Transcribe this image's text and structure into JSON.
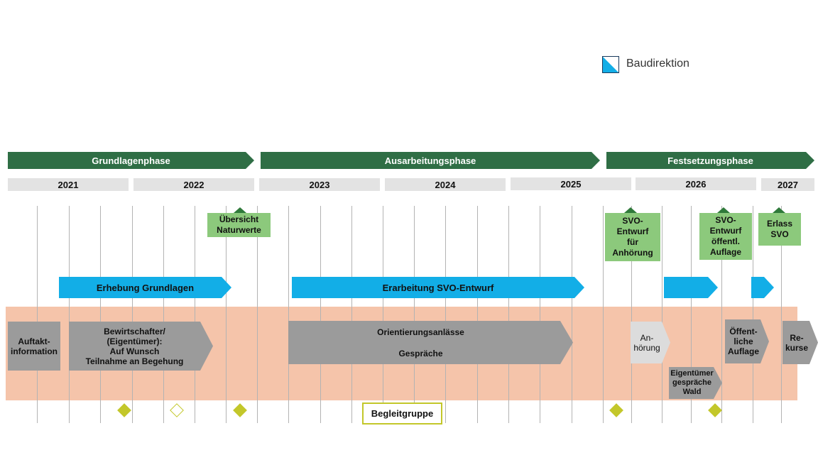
{
  "header": {
    "org_name": "Baudirektion",
    "logo_colors": {
      "primary": "#12aee7",
      "secondary": "#1a3a5c"
    }
  },
  "phases": [
    {
      "label": "Grundlagenphase"
    },
    {
      "label": "Ausarbeitungsphase"
    },
    {
      "label": "Festsetzungsphase"
    }
  ],
  "years": [
    "2021",
    "2022",
    "2023",
    "2024",
    "2025",
    "2026",
    "2027"
  ],
  "milestones": {
    "uebersicht": {
      "line1": "Übersicht",
      "line2": "Naturwerte"
    },
    "svo_anhoerung": {
      "line1": "SVO-",
      "line2": "Entwurf",
      "line3": "für",
      "line4": "Anhörung"
    },
    "svo_auflage": {
      "line1": "SVO-",
      "line2": "Entwurf",
      "line3": "öffentl.",
      "line4": "Auflage"
    },
    "erlass": {
      "line1": "Erlass",
      "line2": "SVO"
    }
  },
  "work": {
    "erhebung": "Erhebung Grundlagen",
    "erarbeitung": "Erarbeitung SVO-Entwurf"
  },
  "activities": {
    "auftakt": {
      "line1": "Auftakt-",
      "line2": "information"
    },
    "bewirtschafter": {
      "line1": "Bewirtschafter/",
      "line2": "(Eigentümer):",
      "line3": "Auf Wunsch",
      "line4": "Teilnahme an Begehung"
    },
    "orientierung": {
      "line1": "Orientierungsanlässe",
      "line2": "Gespräche"
    },
    "anhoerung": {
      "line1": "An-",
      "line2": "hörung"
    },
    "eigentuemer": {
      "line1": "Eigentümer",
      "line2": "gespräche",
      "line3": "Wald"
    },
    "auflage": {
      "line1": "Öffent-",
      "line2": "liche",
      "line3": "Auflage"
    },
    "rekurse": {
      "line1": "Re-",
      "line2": "kurse"
    }
  },
  "begleitgruppe": {
    "label": "Begleitgruppe"
  },
  "colors": {
    "phase": "#2f6e45",
    "blue": "#12aee7",
    "band": "#f5c4aa",
    "grey": "#9b9b9b",
    "milestone": "#8cc97c",
    "diamond": "#c3c72a"
  }
}
